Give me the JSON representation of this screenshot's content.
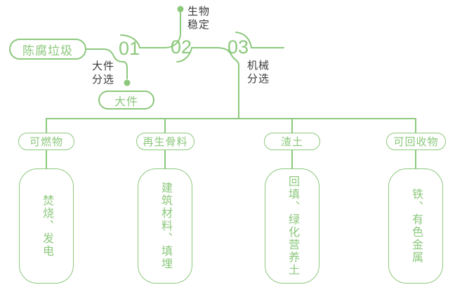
{
  "palette": {
    "green": "#8cc87c",
    "label_dark": "#3d3d3d",
    "background": "#ffffff"
  },
  "flow": {
    "source_label": "陈腐垃圾",
    "steps": [
      {
        "number": "01",
        "side_label": "大件分选",
        "output_pill": "大件"
      },
      {
        "number": "02",
        "top_label": "生物稳定"
      },
      {
        "number": "03",
        "side_label": "机械分选"
      }
    ]
  },
  "branches": [
    {
      "category": "可燃物",
      "uses": "焚烧、发电"
    },
    {
      "category": "再生骨料",
      "uses": "建筑材料、填埋"
    },
    {
      "category": "渣土",
      "uses": "回填、绿化营养土"
    },
    {
      "category": "可回收物",
      "uses": "铁、有色金属"
    }
  ]
}
